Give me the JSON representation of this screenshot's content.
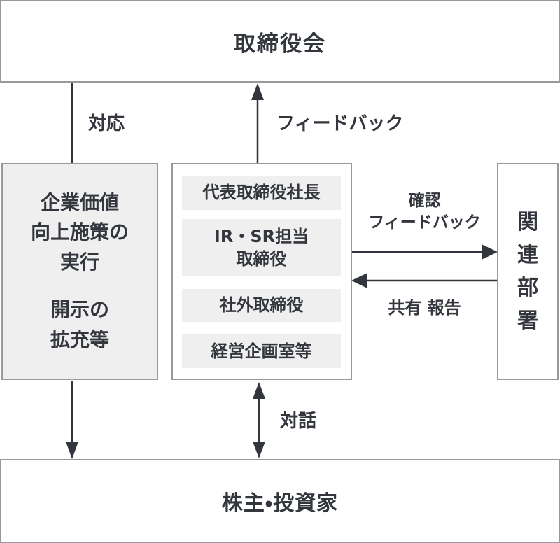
{
  "colors": {
    "border": "#999999",
    "panel_fill": "#efefef",
    "text": "#33363d",
    "background": "#ffffff"
  },
  "top_box": {
    "label": "取締役会"
  },
  "left_box": {
    "para1": "企業価値\n向上施策の\n実行",
    "para2": "開示の\n拡充等"
  },
  "center_box": {
    "items": [
      "代表取締役社長",
      "IR・SR担当\n取締役",
      "社外取締役",
      "経営企画室等"
    ]
  },
  "right_box": {
    "label": "関連部署"
  },
  "bottom_box": {
    "label": "株主・投資家"
  },
  "labels": {
    "response": "対応",
    "feedback_up": "フィードバック",
    "confirm_feedback": "確認\nフィードバック",
    "share_report": "共有 報告",
    "dialogue": "対話"
  }
}
